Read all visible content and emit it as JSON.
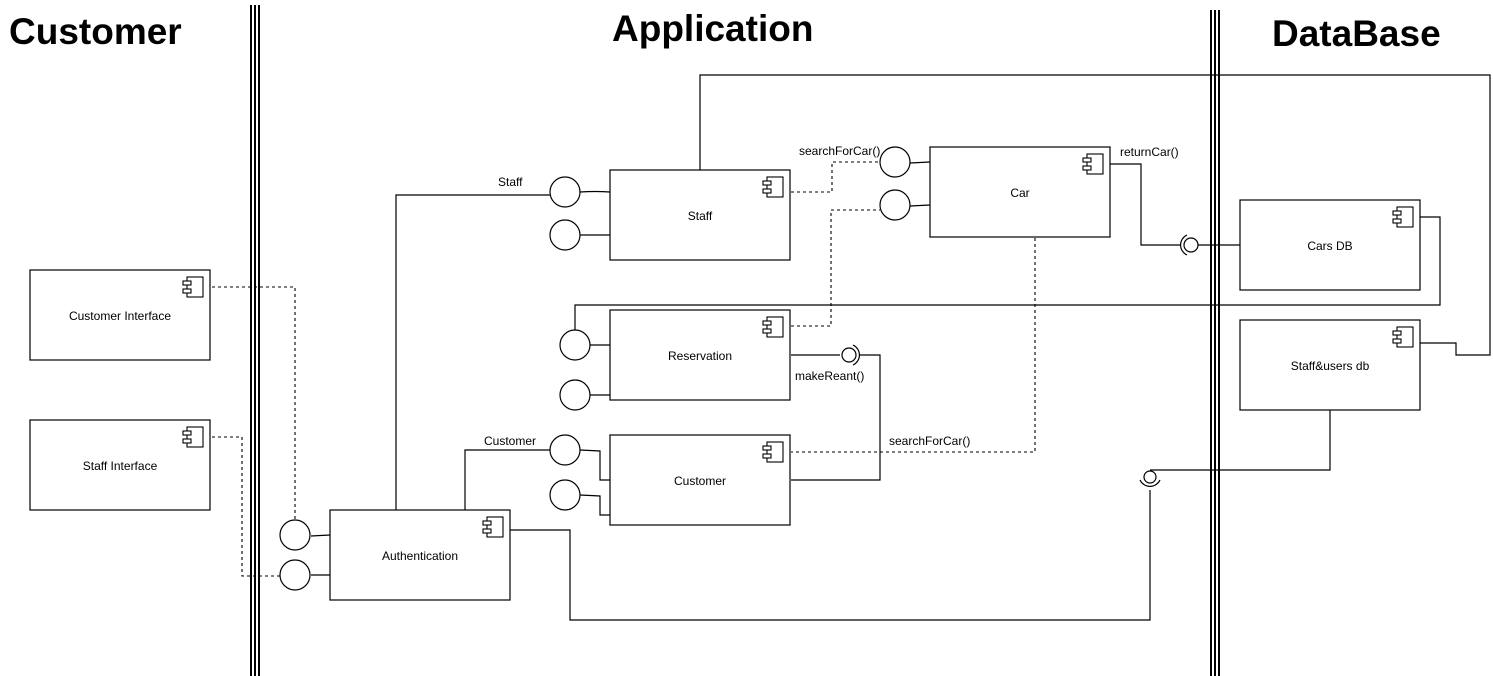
{
  "diagram": {
    "type": "UML component diagram",
    "lanes": [
      {
        "id": "customer",
        "title": "Customer"
      },
      {
        "id": "application",
        "title": "Application"
      },
      {
        "id": "database",
        "title": "DataBase"
      }
    ],
    "components": [
      {
        "id": "customer-interface",
        "label": "Customer Interface",
        "lane": "customer",
        "icon": "component-icon"
      },
      {
        "id": "staff-interface",
        "label": "Staff Interface",
        "lane": "customer",
        "icon": "component-icon"
      },
      {
        "id": "authentication",
        "label": "Authentication",
        "lane": "application",
        "icon": "component-icon"
      },
      {
        "id": "staff",
        "label": "Staff",
        "lane": "application",
        "icon": "component-icon"
      },
      {
        "id": "car",
        "label": "Car",
        "lane": "application",
        "icon": "component-icon"
      },
      {
        "id": "reservation",
        "label": "Reservation",
        "lane": "application",
        "icon": "component-icon"
      },
      {
        "id": "customer",
        "label": "Customer",
        "lane": "application",
        "icon": "component-icon"
      },
      {
        "id": "cars-db",
        "label": "Cars DB",
        "lane": "database",
        "icon": "component-icon"
      },
      {
        "id": "staff-users-db",
        "label": "Staff&users db",
        "lane": "database",
        "icon": "component-icon"
      }
    ],
    "edge_labels": {
      "staff_port": "Staff",
      "customer_port": "Customer",
      "search_for_car_top": "searchForCar()",
      "return_car": "returnCar()",
      "make_rent": "makeReant()",
      "search_for_car_bottom": "searchForCar()"
    },
    "connections": [
      {
        "from": "customer-interface",
        "to": "authentication",
        "style": "dashed"
      },
      {
        "from": "staff-interface",
        "to": "authentication",
        "style": "dashed"
      },
      {
        "from": "authentication",
        "to": "staff",
        "label": "Staff",
        "style": "solid"
      },
      {
        "from": "authentication",
        "to": "customer",
        "label": "Customer",
        "style": "solid"
      },
      {
        "from": "authentication",
        "to": "staff-users-db",
        "style": "solid"
      },
      {
        "from": "staff",
        "to": "car",
        "label": "searchForCar()",
        "style": "dashed"
      },
      {
        "from": "reservation",
        "to": "car",
        "style": "dashed"
      },
      {
        "from": "customer",
        "to": "car",
        "label": "searchForCar()",
        "style": "dashed"
      },
      {
        "from": "car",
        "to": "cars-db",
        "label": "returnCar()",
        "style": "solid"
      },
      {
        "from": "customer",
        "to": "reservation",
        "label": "makeReant()",
        "style": "solid"
      },
      {
        "from": "cars-db",
        "to": "reservation",
        "style": "solid"
      },
      {
        "from": "staff",
        "to": "staff-users-db",
        "style": "solid"
      }
    ]
  }
}
